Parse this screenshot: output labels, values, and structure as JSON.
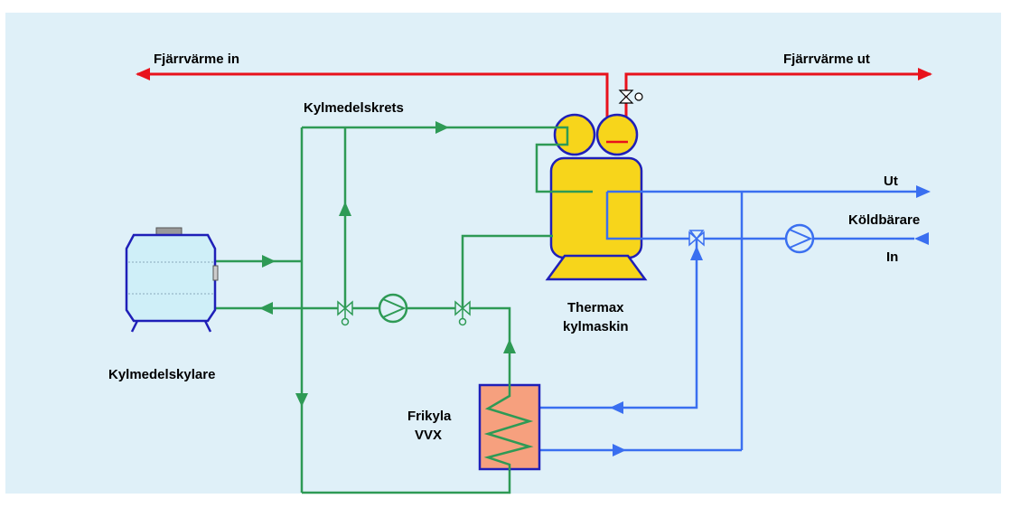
{
  "labels": {
    "district_heat_in": "Fjärrvärme in",
    "district_heat_out": "Fjärrvärme ut",
    "coolant_circuit": "Kylmedelskrets",
    "out": "Ut",
    "brine": "Köldbärare",
    "in": "In",
    "chiller_line1": "Thermax",
    "chiller_line2": "kylmaskin",
    "cooler": "Kylmedelskylare",
    "freecool_line1": "Frikyla",
    "freecool_line2": "VVX"
  },
  "colors": {
    "heat": "#e8121c",
    "coolant": "#2e9a55",
    "brine": "#3a6ff0",
    "chiller_fill": "#f7d51b",
    "chiller_stroke": "#1f1fb8",
    "hx_fill": "#f6a07e",
    "background": "#dff0f8"
  }
}
